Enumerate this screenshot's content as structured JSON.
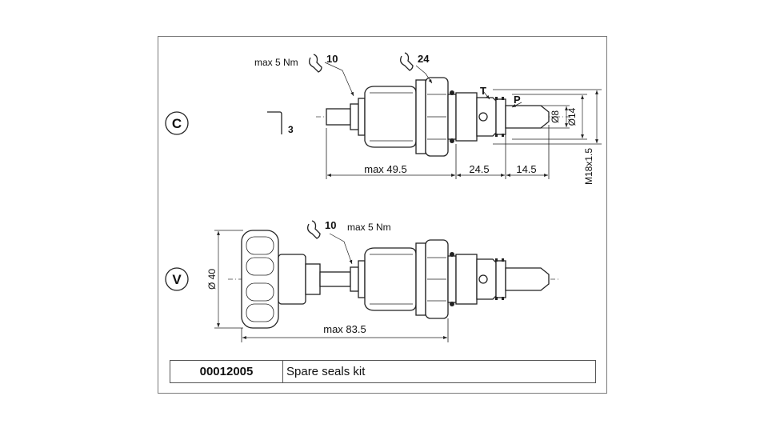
{
  "views": {
    "c": {
      "letter": "C",
      "torque_note": "max 5 Nm",
      "wrench_small": "10",
      "wrench_large": "24",
      "hex_key": "3",
      "port_t": "T",
      "port_p": "P",
      "dim_length_main": "max 49.5",
      "dim_length_mid": "24.5",
      "dim_length_tip": "14.5",
      "dim_dia_small": "Ø8",
      "dim_dia_large": "Ø14",
      "dim_thread": "M18x1.5"
    },
    "v": {
      "letter": "V",
      "wrench_small": "10",
      "torque_note": "max 5 Nm",
      "dim_knob_dia": "Ø 40",
      "dim_length_total": "max 83.5"
    }
  },
  "table": {
    "code": "00012005",
    "description": "Spare seals kit"
  }
}
